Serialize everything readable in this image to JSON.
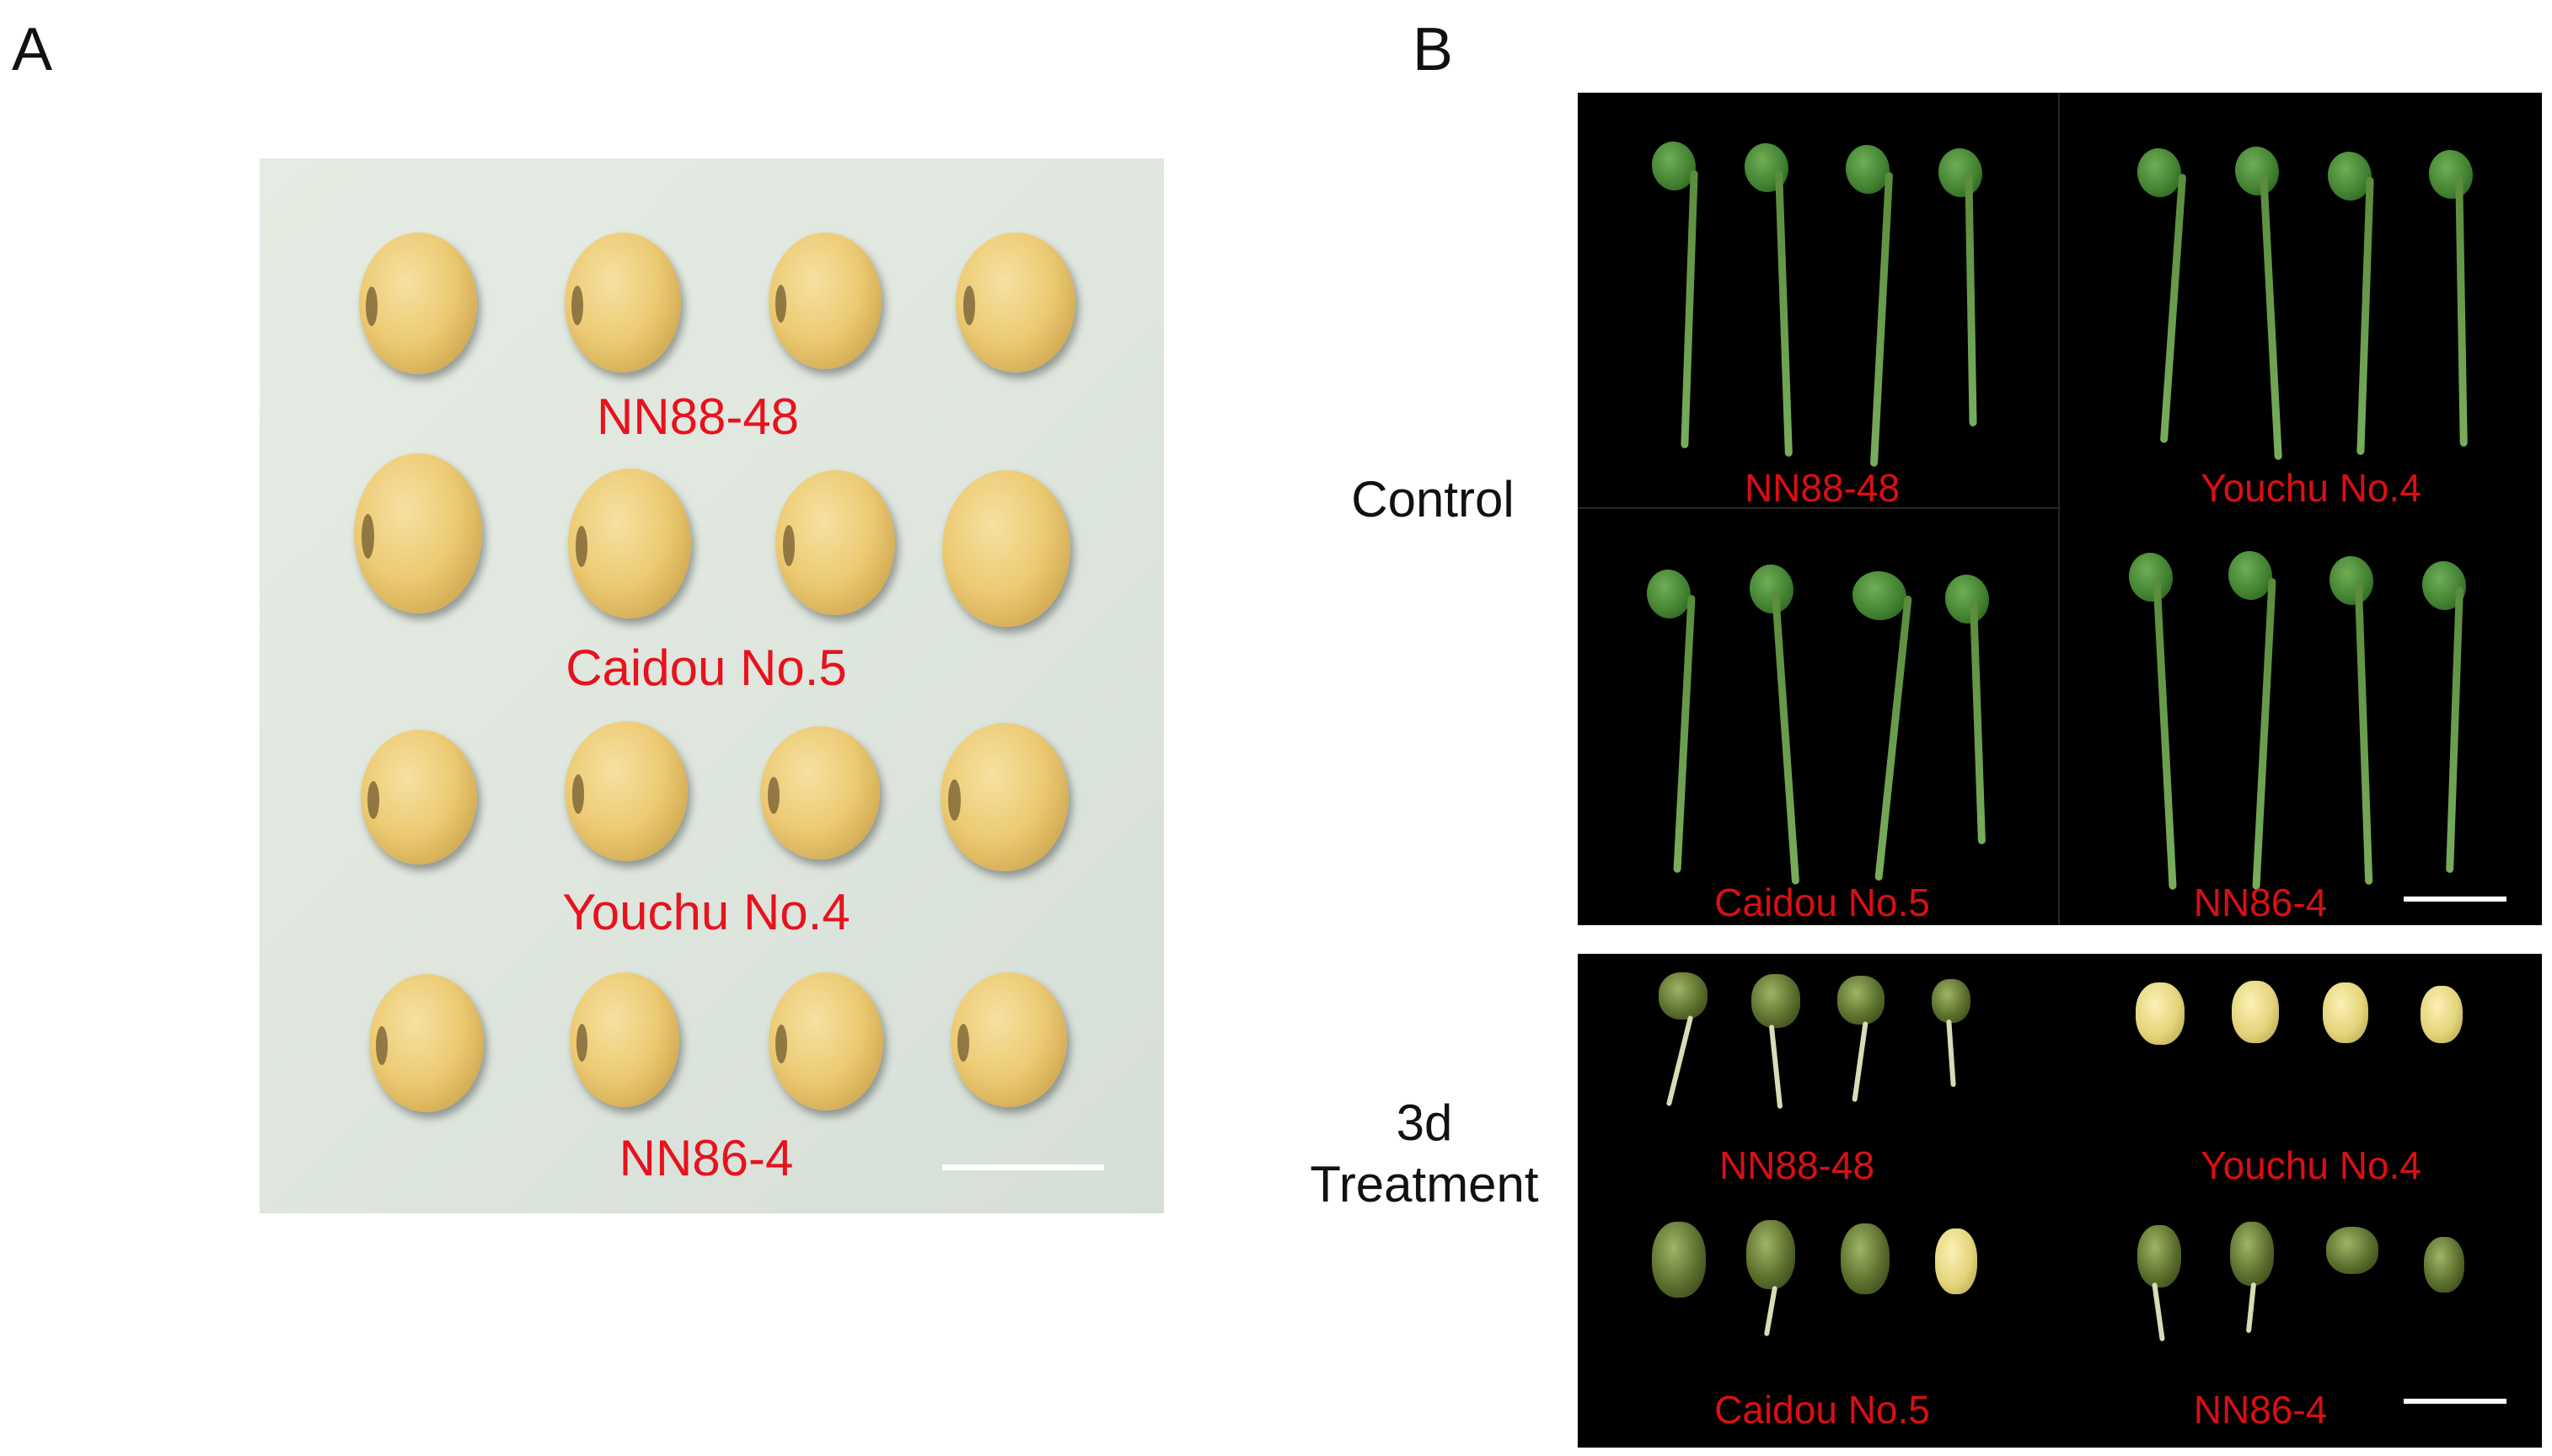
{
  "panelA": {
    "letter": "A",
    "labels": [
      "NN88-48",
      "Caidou No.5",
      "Youchu No.4",
      "NN86-4"
    ]
  },
  "panelB": {
    "letter": "B",
    "row_labels": {
      "control": "Control",
      "treatment": "3d\nTreatment"
    },
    "control_labels": [
      "NN88-48",
      "Youchu No.4",
      "Caidou No.5",
      "NN86-4"
    ],
    "treatment_labels": [
      "NN88-48",
      "Youchu No.4",
      "Caidou No.5",
      "NN86-4"
    ]
  },
  "colors": {
    "label_red": "#e8121d",
    "background_black": "#000000",
    "seed": "#ecca72"
  }
}
